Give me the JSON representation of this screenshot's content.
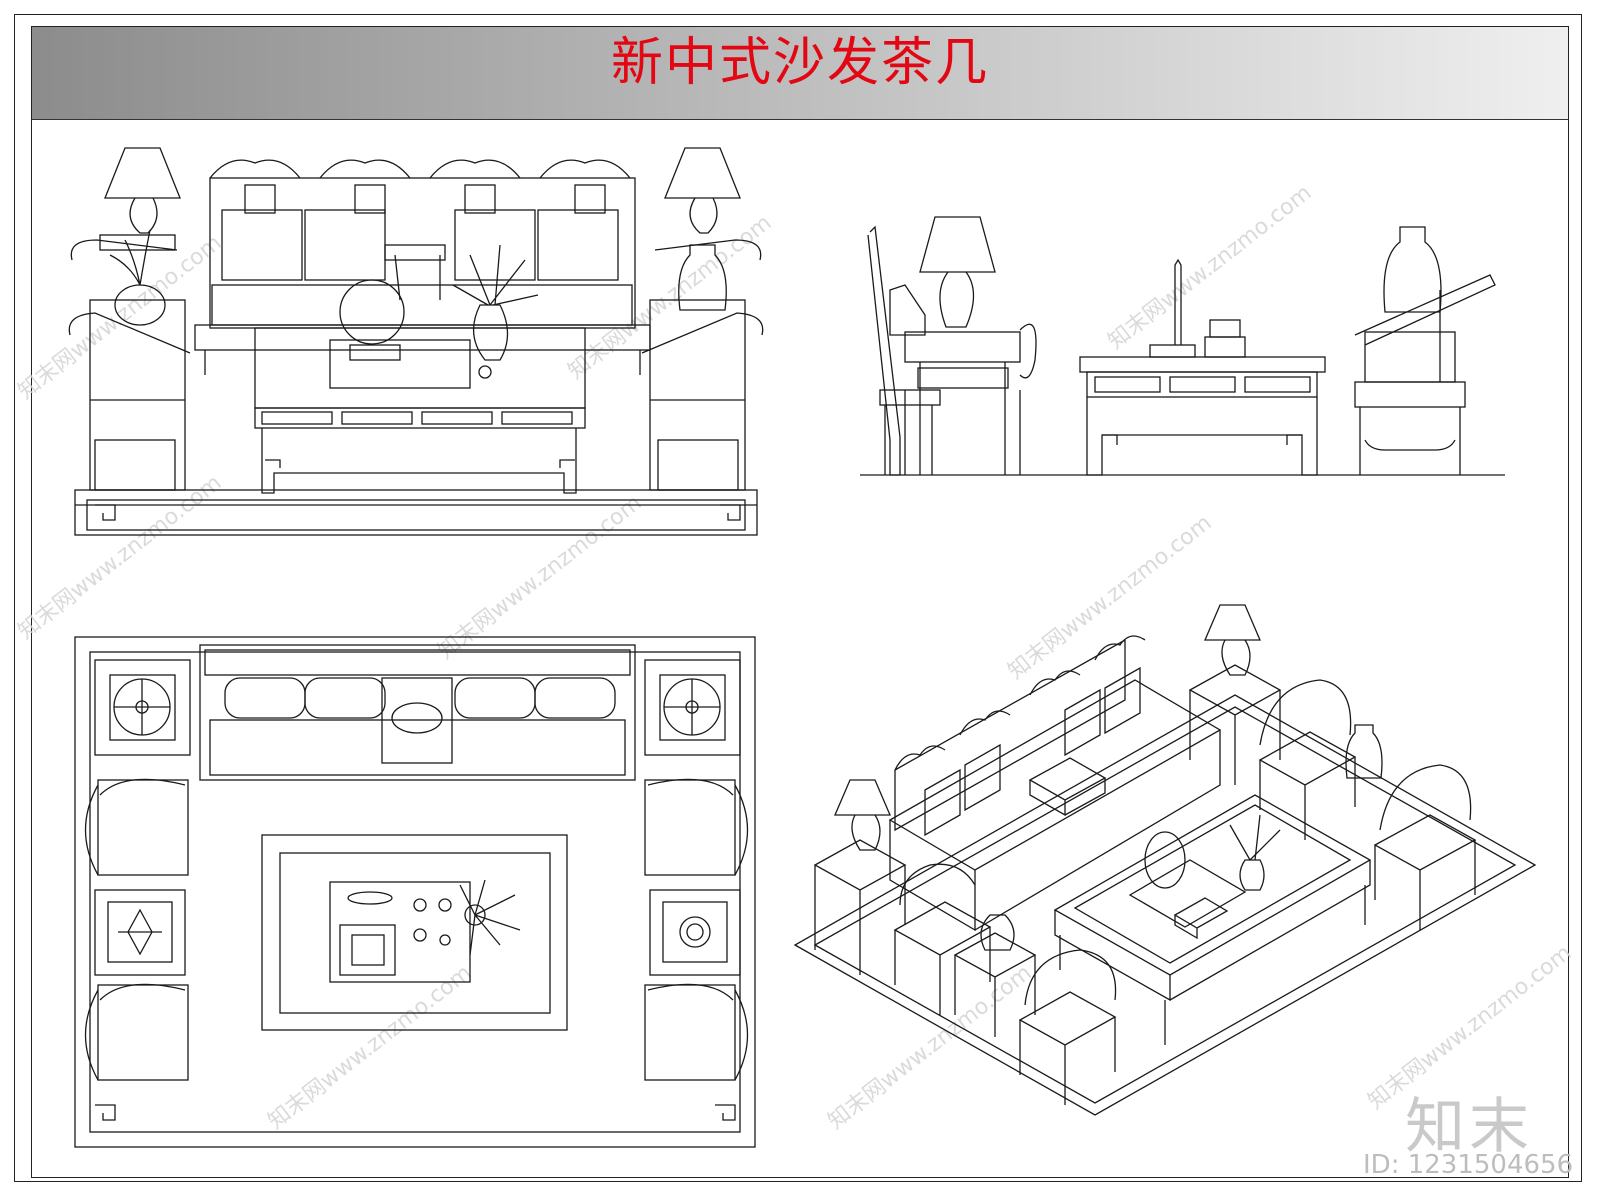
{
  "title": "新中式沙发茶几",
  "watermark": "知末网www.znzmo.com",
  "brand": "知末",
  "id_label": "ID: 1231504656",
  "colors": {
    "title": "#e30613",
    "line": "#1a1a1a",
    "title_bar_start": "#8c8c8c",
    "title_bar_end": "#efefef"
  },
  "views": [
    "front-elevation",
    "side-elevation",
    "plan",
    "isometric"
  ]
}
